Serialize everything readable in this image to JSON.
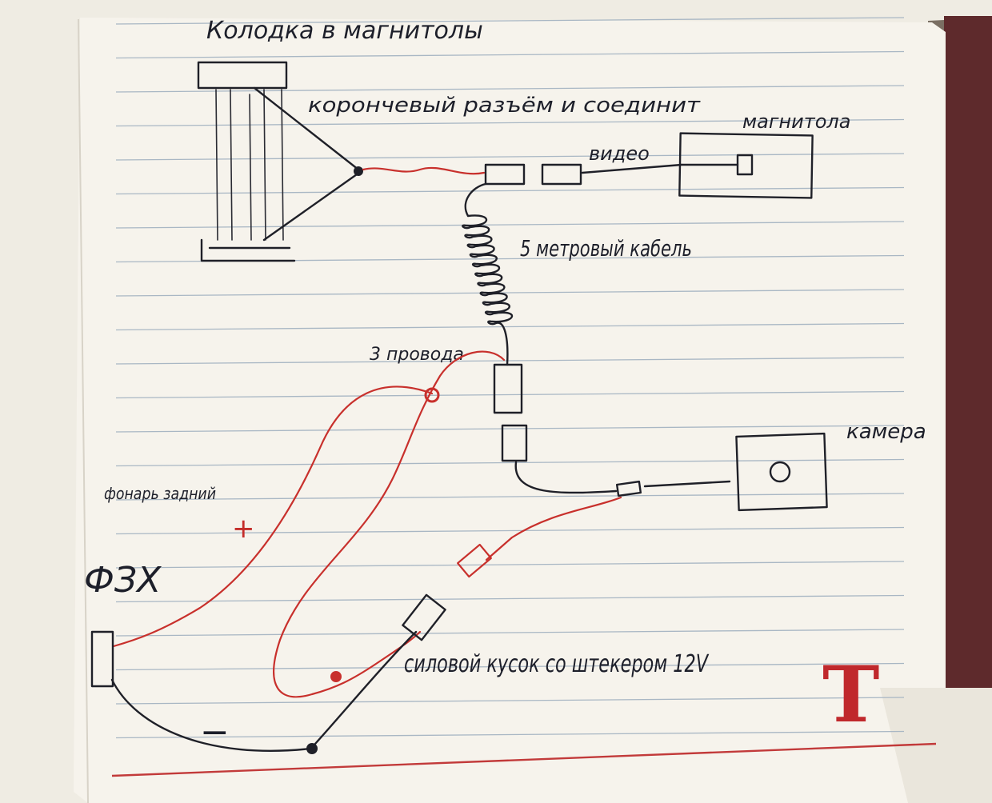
{
  "labels": {
    "heading": "Колодка в магнитолы",
    "harness": "корончевый разъём и соединит",
    "video": "видео",
    "head_unit": "магнитола",
    "cable": "5 метровый кабель",
    "three_wires": "3 провода",
    "camera": "камера",
    "reverse_light": "фонарь задний",
    "lamp_code": "ФЗХ",
    "plus": "+",
    "minus": "−",
    "power_piece": "силовой кусок со штекером 12V",
    "logo_letter": "T"
  },
  "colors": {
    "paper": "#f4f1ea",
    "ink": "#1f2028",
    "red_ink": "#c8302c",
    "ruled_lines": "#a9b7c4",
    "logo": "#c0282c"
  }
}
